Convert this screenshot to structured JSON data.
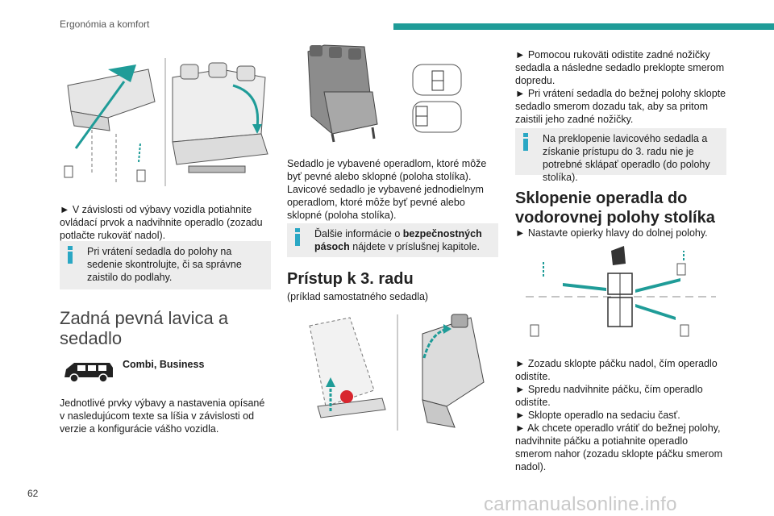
{
  "header": {
    "title": "Ergonómia a komfort"
  },
  "page_number": "62",
  "watermark": "carmanualsonline.info",
  "col1": {
    "step1": "► V závislosti od výbavy vozidla potiahnite ovládací prvok a nadvihnite operadlo (zozadu potlačte rukoväť nadol).",
    "info1": "Pri vrátení sedadla do polohy na sedenie skontrolujte, či sa správne zaistilo do podlahy.",
    "section_title": "Zadná pevná lavica a sedadlo",
    "versions": "Combi, Business",
    "intro": "Jednotlivé prvky výbavy a nastavenia opísané v nasledujúcom texte sa líšia v závislosti od verzie a konfigurácie vášho vozidla."
  },
  "col2": {
    "desc1": "Sedadlo je vybavené operadlom, ktoré môže byť pevné alebo sklopné (poloha stolíka).",
    "desc2": "Lavicové sedadlo je vybavené jednodielnym operadlom, ktoré môže byť pevné alebo sklopné (poloha stolíka).",
    "info_prefix": "Ďalšie informácie o ",
    "info_bold": "bezpečnostných pásoch",
    "info_suffix": " nájdete v príslušnej kapitole.",
    "section_title": "Prístup k 3. radu",
    "section_sub": "(príklad samostatného sedadla)"
  },
  "col3": {
    "step1": "► Pomocou rukoväti odistite zadné nožičky sedadla a následne sedadlo preklopte smerom dopredu.",
    "step2": "► Pri vrátení sedadla do bežnej polohy sklopte sedadlo smerom dozadu tak, aby sa pritom zaistili jeho zadné nožičky.",
    "info": "Na preklopenie lavicového sedadla a získanie prístupu do 3. radu nie je potrebné sklápať operadlo (do polohy stolíka).",
    "section_title": "Sklopenie operadla do vodorovnej polohy stolíka",
    "step3": "► Nastavte opierky hlavy do dolnej polohy.",
    "step4": "► Zozadu sklopte páčku nadol, čím operadlo odistíte.",
    "step5": "► Spredu nadvihnite páčku, čím operadlo odistíte.",
    "step6": "► Sklopte operadlo na sedaciu časť.",
    "step7": "► Ak chcete operadlo vrátiť do bežnej polohy, nadvihnite páčku a potiahnite operadlo smerom nahor (zozadu sklopte páčku smerom nadol)."
  }
}
